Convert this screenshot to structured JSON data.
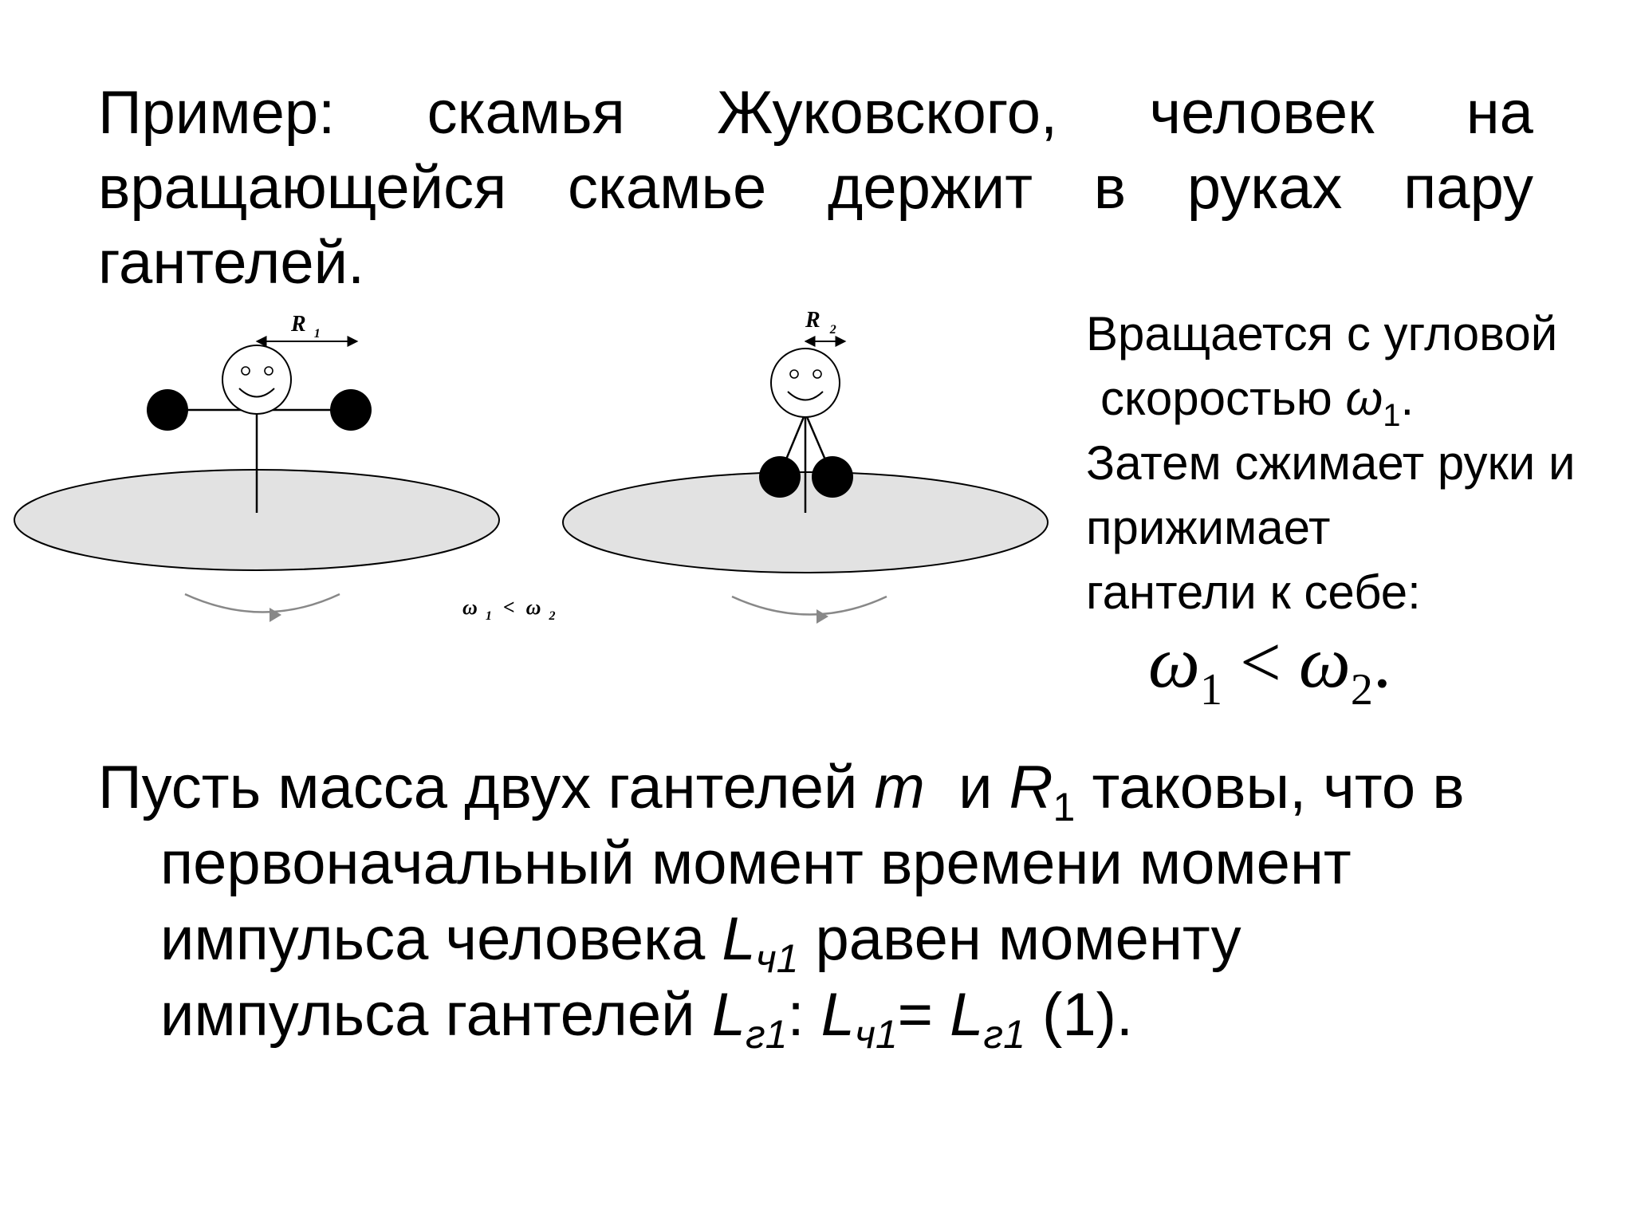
{
  "intro": {
    "line1_words": [
      "Пример:",
      "скамья",
      "Жуковского,",
      "человек",
      "на"
    ],
    "line2_words": [
      "вращающейся",
      "скамье",
      "держит",
      "в",
      "руках",
      "пару"
    ],
    "line3": "гантелей."
  },
  "diagram": {
    "left_label": "R",
    "left_label_sub": "1",
    "right_label": "R",
    "right_label_sub": "2",
    "relation_omega1": "ω",
    "relation_sub1": "1",
    "relation_sign": "<",
    "relation_omega2": "ω",
    "relation_sub2": "2"
  },
  "side": {
    "line1": "Вращается с угловой",
    "line2_text": "скоростью ",
    "line2_symbol": "ω",
    "line2_sub": "1",
    "line2_end": ".",
    "line3": "Затем сжимает руки и",
    "line4": "прижимает",
    "line5": "гантели к себе:"
  },
  "formula": {
    "symbol1": "ω",
    "sub1": "1",
    "sign": "<",
    "symbol2": "ω",
    "sub2": "2",
    "end": "."
  },
  "bottom": {
    "p1_a": "Пусть масса двух гантелей ",
    "p1_m": "m",
    "p1_b": "  и ",
    "p1_R": "R",
    "p1_R_sub": "1",
    "p1_c": " таковы, что в",
    "p2": "первоначальный момент времени момент",
    "p3_a": "импульса человека ",
    "p3_L": "L",
    "p3_L_sub": "ч1",
    "p3_b": " равен моменту",
    "p4_a": "импульса гантелей ",
    "p4_L1": "L",
    "p4_L1_sub": "г1",
    "p4_colon": ": ",
    "p4_L2": "L",
    "p4_L2_sub": "ч1",
    "p4_eq": "= ",
    "p4_L3": "L",
    "p4_L3_sub": "г1",
    "p4_end": " (1)."
  },
  "colors": {
    "platform_fill": "#e2e2e2",
    "rotation_arrow": "#888888",
    "ink": "#000000"
  }
}
